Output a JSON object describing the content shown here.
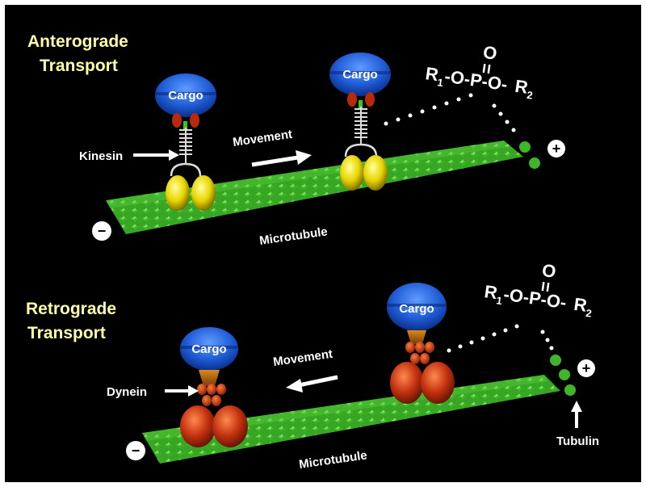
{
  "headings": {
    "anterograde_line1": "Anterograde",
    "anterograde_line2": "Transport",
    "retrograde_line1": "Retrograde",
    "retrograde_line2": "Transport"
  },
  "labels": {
    "kinesin": "Kinesin",
    "dynein": "Dynein",
    "movement_top": "Movement",
    "movement_bottom": "Movement",
    "microtubule_top": "Microtubule",
    "microtubule_bottom": "Microtubule",
    "tubulin": "Tubulin"
  },
  "cargo": {
    "label": "Cargo"
  },
  "formula": {
    "r1": "R",
    "sub1": "1",
    "mid": "-O-P-O-",
    "r2": "R",
    "sub2": "2",
    "oxygen": "O"
  },
  "signs": {
    "minus": "−",
    "plus": "+"
  },
  "colors": {
    "background": "#000000",
    "heading": "#ffffa8",
    "cargo": "#1f5cd6",
    "microtubule": "#3fb52a",
    "kinesin_head": "#e8d400",
    "dynein_head": "#c2300f"
  }
}
